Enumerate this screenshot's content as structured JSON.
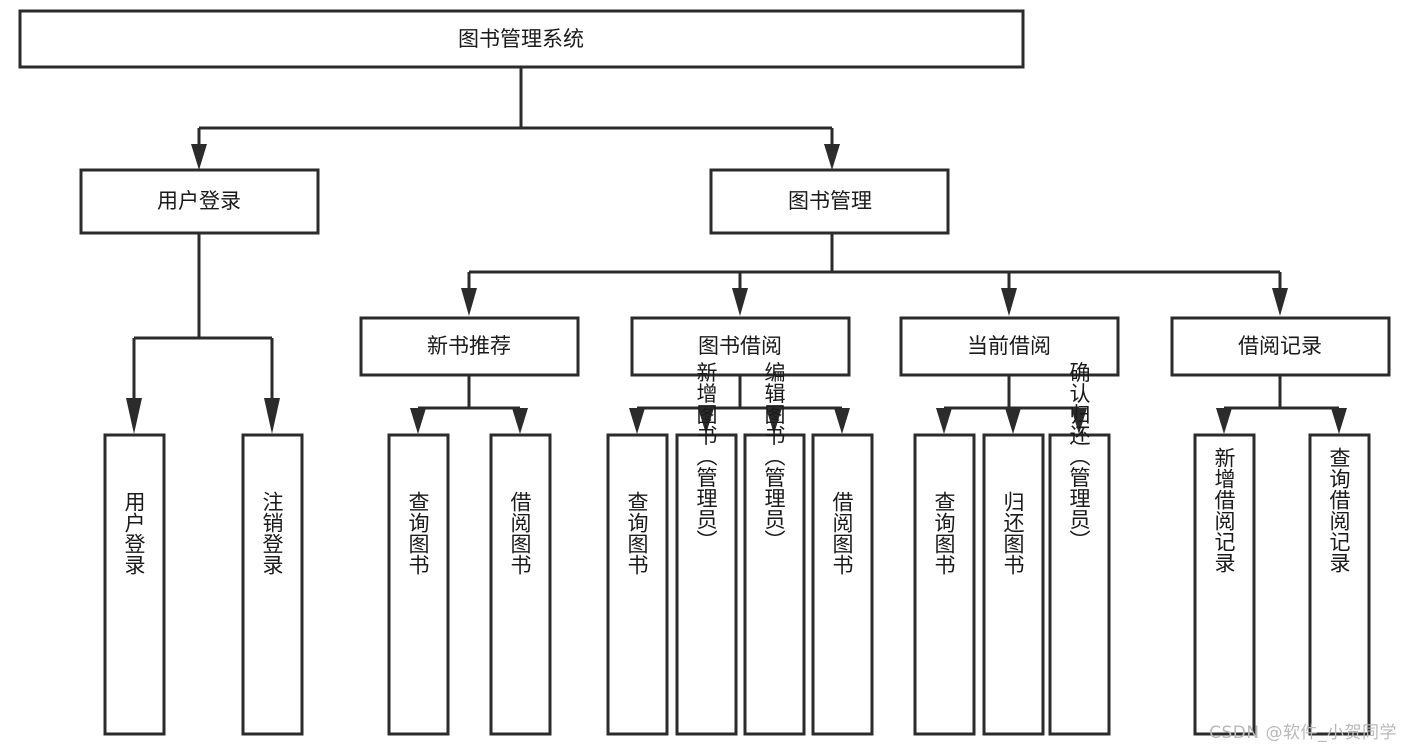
{
  "diagram": {
    "type": "tree",
    "title": "图书管理系统",
    "watermark": "CSDN @软件_小贺同学",
    "root": {
      "id": "root",
      "label": "图书管理系统"
    },
    "level2": [
      {
        "id": "user-login",
        "label": "用户登录"
      },
      {
        "id": "book-manage",
        "label": "图书管理"
      }
    ],
    "level3": [
      {
        "id": "new-book-recommend",
        "label": "新书推荐",
        "parent": "book-manage"
      },
      {
        "id": "book-borrow",
        "label": "图书借阅",
        "parent": "book-manage"
      },
      {
        "id": "current-borrow",
        "label": "当前借阅",
        "parent": "book-manage"
      },
      {
        "id": "borrow-record",
        "label": "借阅记录",
        "parent": "book-manage"
      }
    ],
    "leaves": {
      "user-login": [
        {
          "id": "leaf-user-login",
          "label": "用户登录"
        },
        {
          "id": "leaf-user-logout",
          "label": "注销登录"
        }
      ],
      "new-book-recommend": [
        {
          "id": "leaf-query-book-1",
          "label": "查询图书"
        },
        {
          "id": "leaf-borrow-book-1",
          "label": "借阅图书"
        }
      ],
      "book-borrow": [
        {
          "id": "leaf-query-book-2",
          "label": "查询图书"
        },
        {
          "id": "leaf-add-book",
          "label": "新增图书（管理员）"
        },
        {
          "id": "leaf-edit-book",
          "label": "编辑图书（管理员）"
        },
        {
          "id": "leaf-borrow-book-2",
          "label": "借阅图书"
        }
      ],
      "current-borrow": [
        {
          "id": "leaf-query-book-3",
          "label": "查询图书"
        },
        {
          "id": "leaf-return-book",
          "label": "归还图书"
        },
        {
          "id": "leaf-confirm-return",
          "label": "确认归还（管理员）"
        }
      ],
      "borrow-record": [
        {
          "id": "leaf-add-record",
          "label": "新增借阅记录"
        },
        {
          "id": "leaf-query-record",
          "label": "查询借阅记录"
        }
      ]
    },
    "colors": {
      "box_fill": "#ffffff",
      "box_stroke": "#2b2b2b",
      "text": "#1a1a1a",
      "watermark": "#b9b9b9",
      "background": "#ffffff"
    }
  }
}
